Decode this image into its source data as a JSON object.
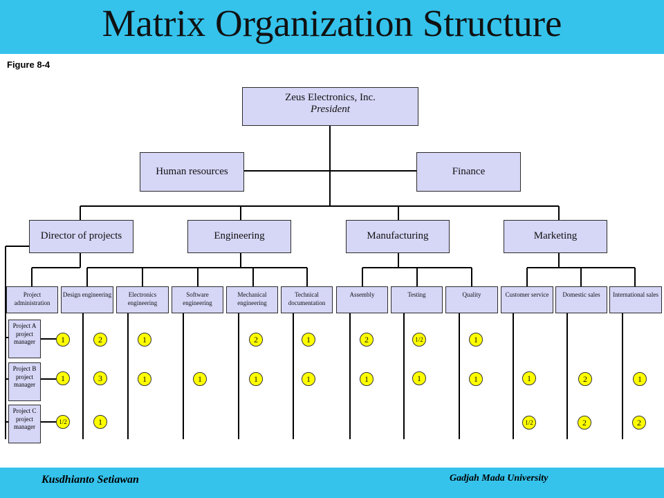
{
  "title": "Matrix Organization Structure",
  "figure_label": "Figure 8-4",
  "footer": {
    "author": "Kusdhianto Setiawan",
    "institution": "Gadjah Mada University"
  },
  "org": {
    "president": {
      "name": "Zeus Electronics, Inc.",
      "role": "President"
    },
    "staff": {
      "hr": "Human resources",
      "finance": "Finance"
    },
    "divisions": {
      "projects": "Director of projects",
      "engineering": "Engineering",
      "manufacturing": "Manufacturing",
      "marketing": "Marketing"
    },
    "departments": [
      {
        "label": "Project administration"
      },
      {
        "label": "Design engineering"
      },
      {
        "label": "Electronics engineering"
      },
      {
        "label": "Software engineering"
      },
      {
        "label": "Mechanical engineering"
      },
      {
        "label": "Technical documentation"
      },
      {
        "label": "Assembly"
      },
      {
        "label": "Testing"
      },
      {
        "label": "Quality"
      },
      {
        "label": "Customer service"
      },
      {
        "label": "Domestic sales"
      },
      {
        "label": "International sales"
      }
    ],
    "project_managers": [
      {
        "label": "Project A project manager"
      },
      {
        "label": "Project B project manager"
      },
      {
        "label": "Project C project manager"
      }
    ],
    "assignments": [
      [
        "1",
        "2",
        "1",
        "",
        "2",
        "1",
        "2",
        "1/2",
        "1",
        "",
        "",
        ""
      ],
      [
        "1",
        "3",
        "1",
        "1",
        "1",
        "1",
        "1",
        "1",
        "1",
        "1",
        "2",
        "1"
      ],
      [
        "1/2",
        "1",
        "",
        "",
        "",
        "",
        "",
        "",
        "",
        "1/2",
        "2",
        "2"
      ]
    ]
  }
}
